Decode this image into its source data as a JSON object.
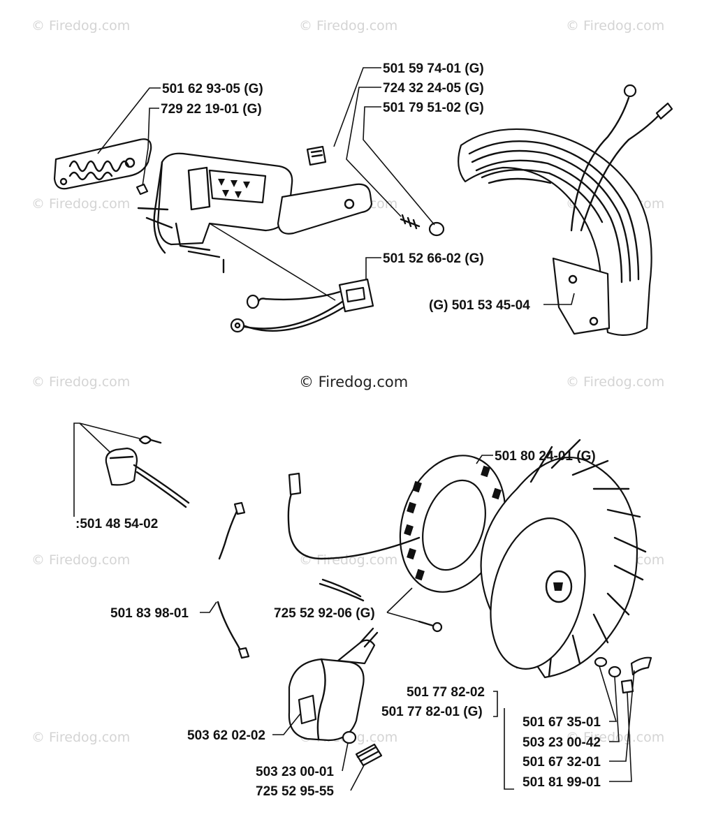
{
  "watermarks": {
    "top_left": "© Firedog.com",
    "top_center": "© Firedog.com",
    "top_right": "© Firedog.com",
    "mid_left": "© Firedog.com",
    "mid_center": "© Firedog.com",
    "mid_right": "© Firedog.com",
    "center_main": "© Firedog.com",
    "row3_left": "© Firedog.com",
    "row3_right": "© Firedog.com",
    "row4_left": "© Firedog.com",
    "row4_center": "© Firedog.com",
    "row4_right": "© Firedog.com",
    "bottom_left": "© Firedog.com",
    "bottom_center": "© Firedog.com",
    "bottom_right": "© Firedog.com"
  },
  "part_labels": {
    "p_501_62_93_05": "501 62 93-05 (G)",
    "p_729_22_19_01": "729 22 19-01 (G)",
    "p_501_59_74_01": "501 59 74-01 (G)",
    "p_724_32_24_05": "724 32 24-05 (G)",
    "p_501_79_51_02": "501 79 51-02 (G)",
    "p_501_52_66_02": "501 52 66-02 (G)",
    "p_501_53_45_04": "(G) 501 53 45-04",
    "p_501_48_54_02": ":501 48 54-02",
    "p_501_80_24_01": "501 80 24-01 (G)",
    "p_501_83_98_01": "501 83 98-01",
    "p_725_52_92_06": "725 52 92-06 (G)",
    "p_501_77_82_02": "501 77 82-02",
    "p_501_77_82_01": "501 77 82-01 (G)",
    "p_501_67_35_01": "501 67 35-01",
    "p_503_23_00_42": "503 23 00-42",
    "p_501_67_32_01": "501 67 32-01",
    "p_501_81_99_01": "501 81 99-01",
    "p_503_62_02_02": "503 62 02-02",
    "p_503_23_00_01": "503 23 00-01",
    "p_725_52_95_55": "725 52 95-55"
  }
}
